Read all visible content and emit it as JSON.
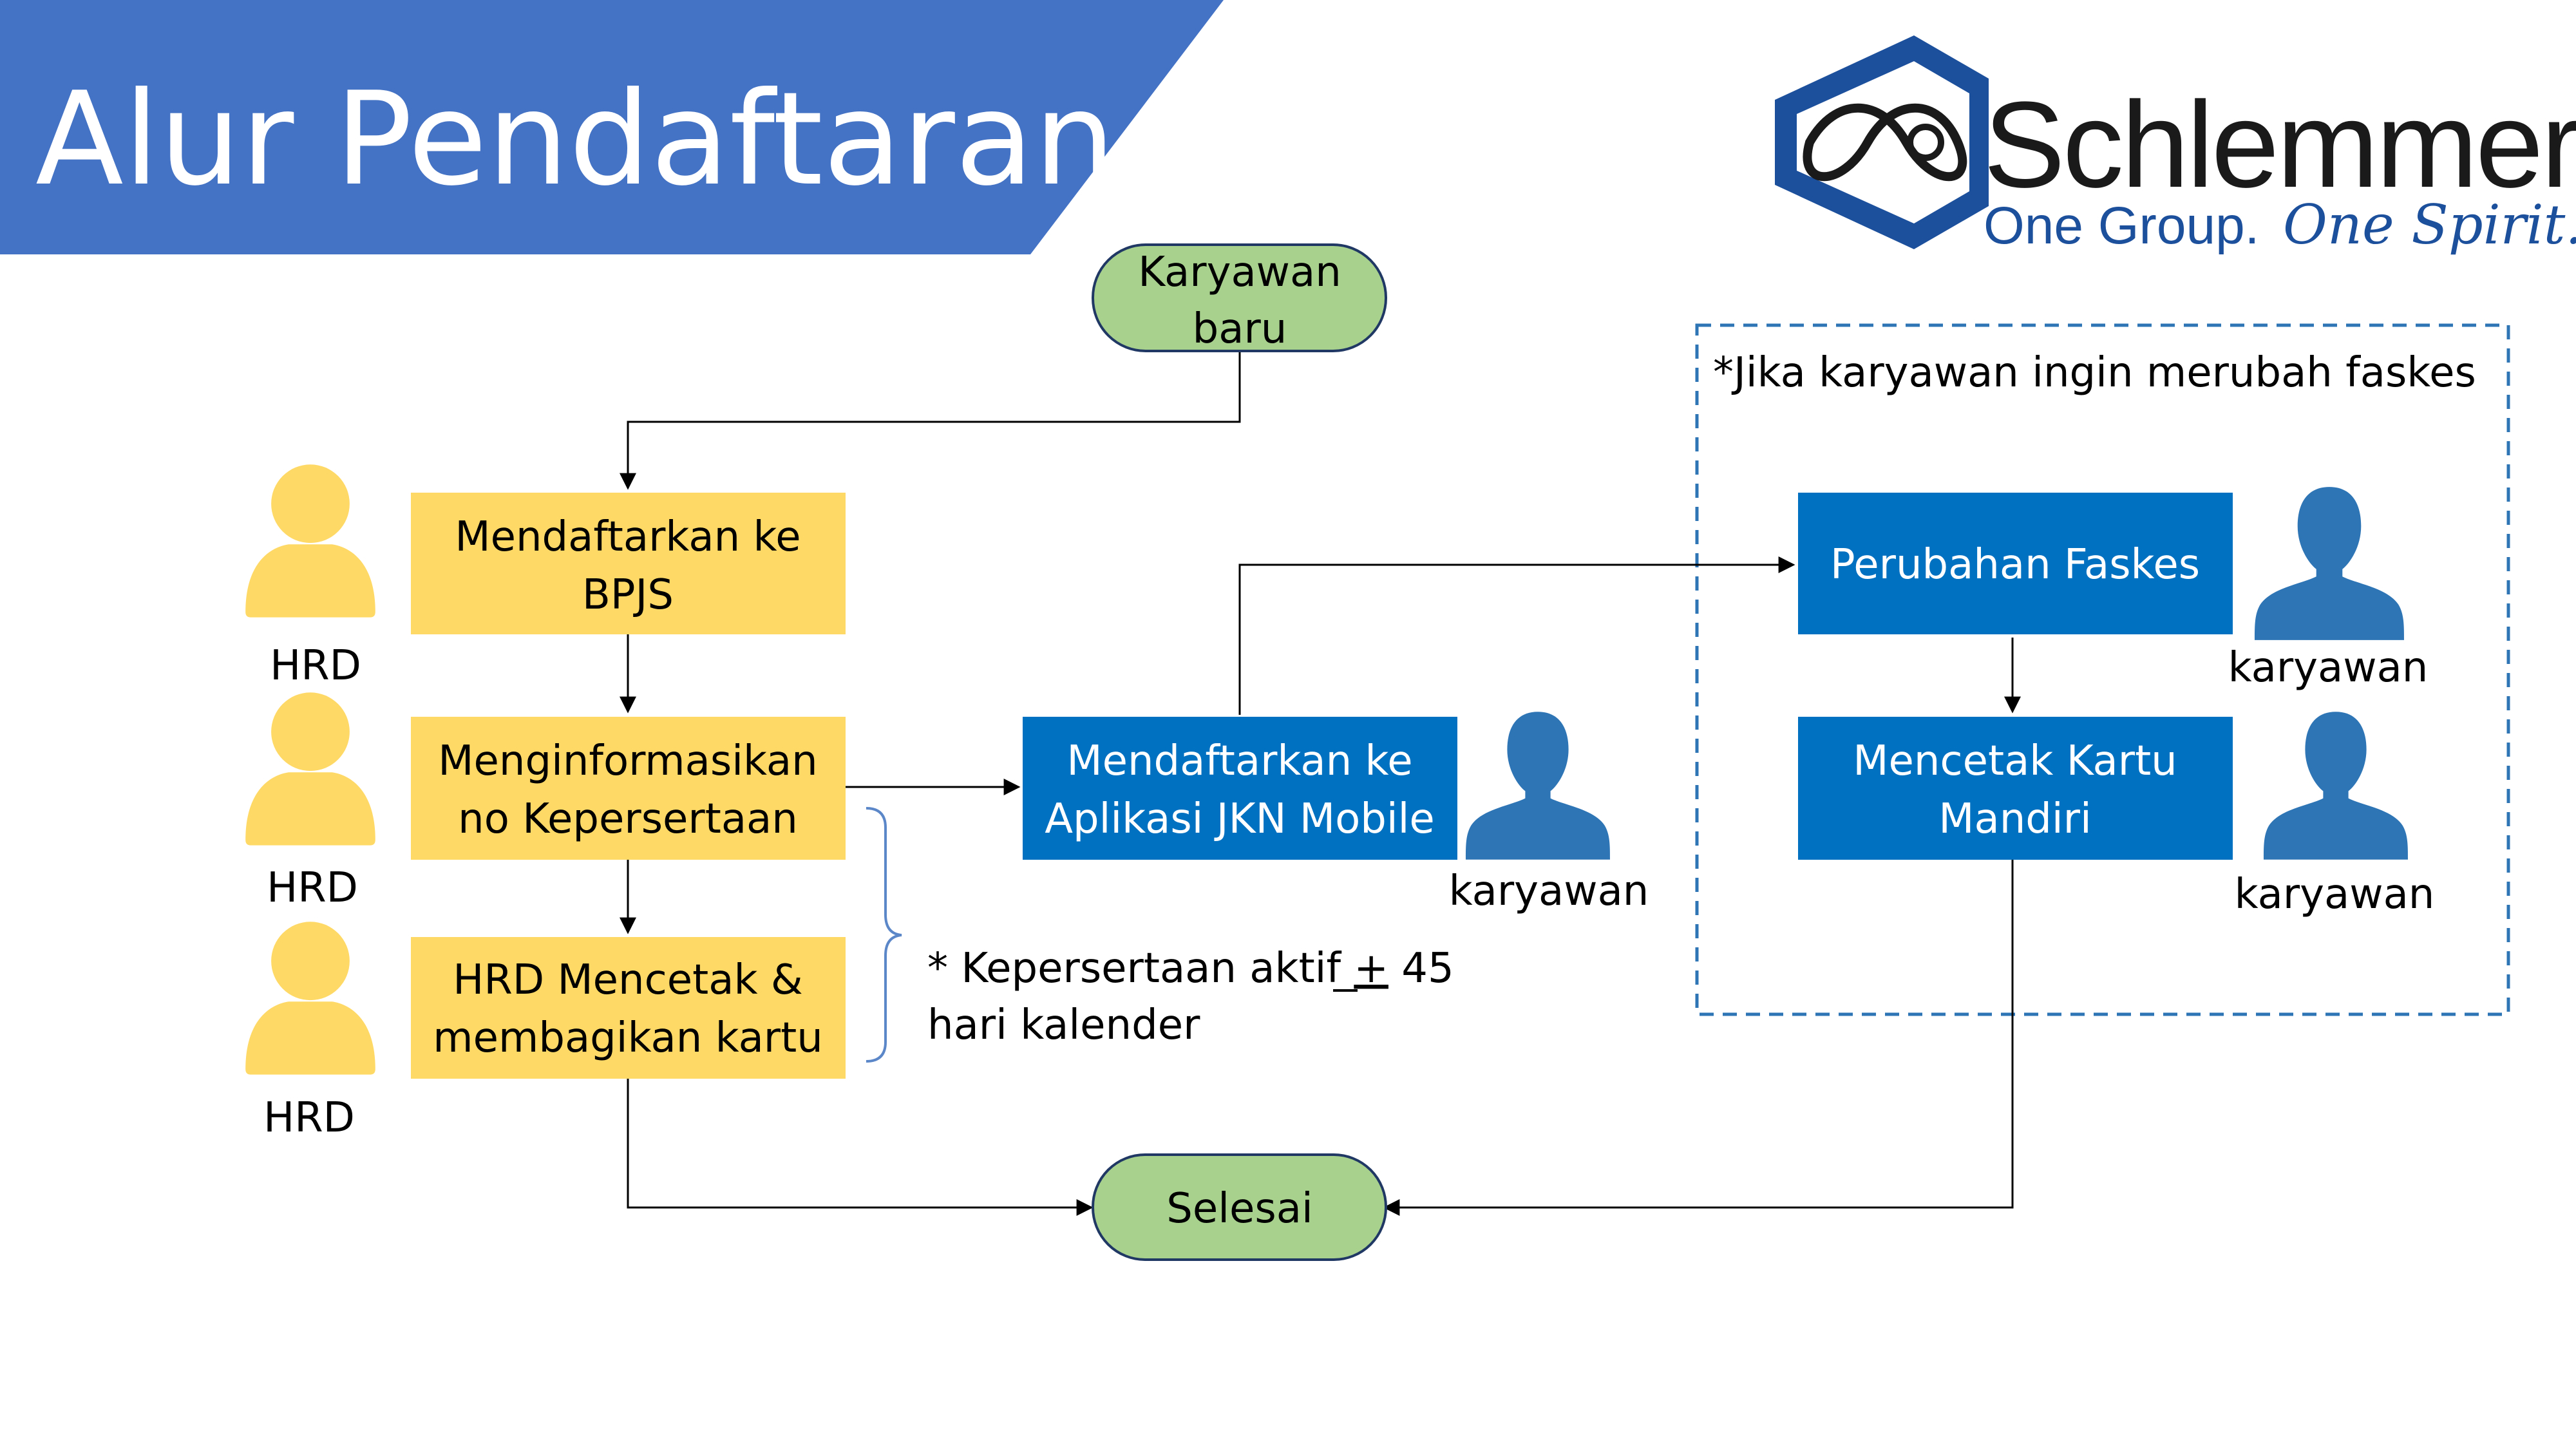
{
  "title": "Alur Pendaftaran",
  "logo": {
    "brand": "Schlemmer",
    "tagline_1": "One Group.",
    "tagline_2": "One Spirit.",
    "icon": "schlemmer-logo-mark"
  },
  "colors": {
    "title_banner": "#4472c4",
    "hrd_box": "#ffd966",
    "karyawan_box": "#0070c0",
    "terminal": "#a9d18e",
    "terminal_border": "#203864",
    "person_yellow": "#ffd966",
    "person_blue": "#2e75b6",
    "dashed_border": "#2e75b6",
    "logo_blue": "#1c4f9c"
  },
  "nodes": {
    "start": {
      "line1": "Karyawan",
      "line2": "baru"
    },
    "daftar_bpjs": {
      "line1": "Mendaftarkan ke",
      "line2": "BPJS"
    },
    "info_kepesertaan": {
      "line1": "Menginformasikan",
      "line2": "no Kepersertaan"
    },
    "cetak_kartu": {
      "line1": "HRD Mencetak &",
      "line2": "membagikan kartu"
    },
    "daftar_jkn": {
      "line1": "Mendaftarkan ke",
      "line2": "Aplikasi JKN Mobile"
    },
    "perubahan_faskes": {
      "line1": "Perubahan Faskes"
    },
    "cetak_mandiri": {
      "line1": "Mencetak Kartu",
      "line2": "Mandiri"
    },
    "end": {
      "line1": "Selesai"
    }
  },
  "actors": {
    "hrd_1": "HRD",
    "hrd_2": "HRD",
    "hrd_3": "HRD",
    "karyawan_jkn": "karyawan",
    "karyawan_faskes": "karyawan",
    "karyawan_mandiri": "karyawan",
    "icon": "person-icon"
  },
  "notes": {
    "faskes_group": "*Jika karyawan ingin merubah faskes",
    "kepesertaan_prefix": "* Kepersertaan aktif ",
    "kepesertaan_pm": "+",
    "kepesertaan_suffix": " 45",
    "kepesertaan_line2": "hari kalender"
  }
}
